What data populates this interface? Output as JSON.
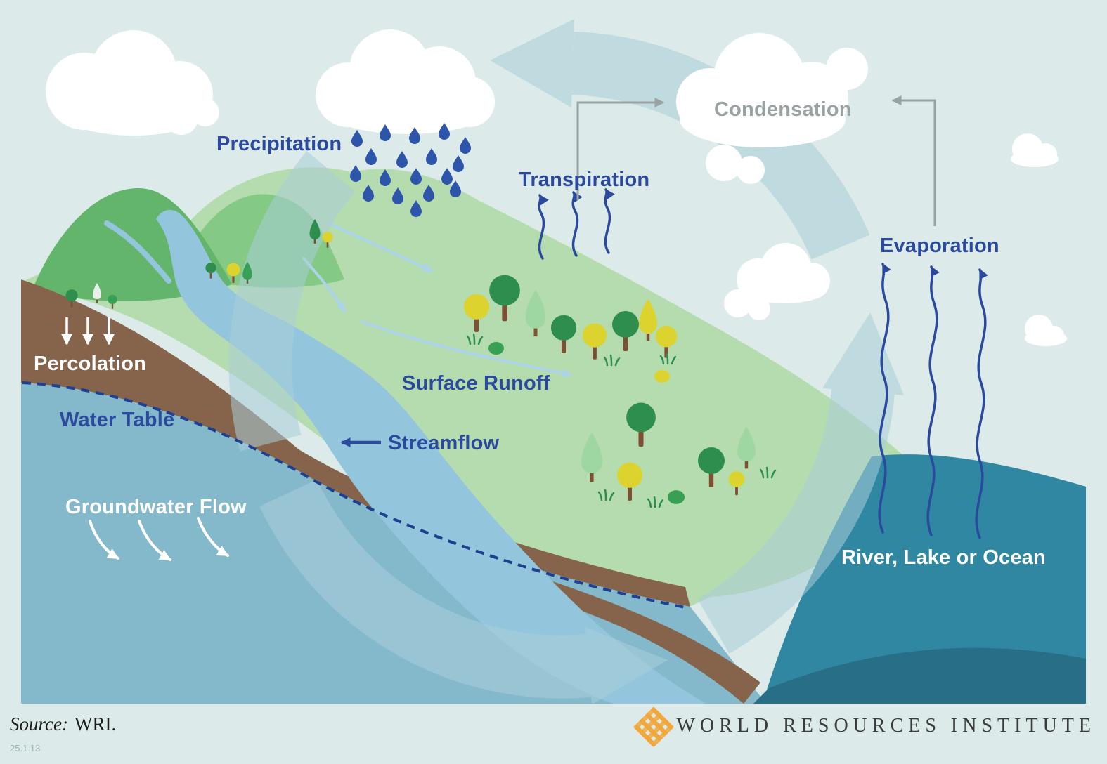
{
  "labels": {
    "precipitation": "Precipitation",
    "condensation": "Condensation",
    "transpiration": "Transpiration",
    "evaporation": "Evaporation",
    "percolation": "Percolation",
    "water_table": "Water Table",
    "surface_runoff": "Surface Runoff",
    "streamflow": "Streamflow",
    "groundwater_flow": "Groundwater Flow",
    "river_lake_ocean": "River, Lake or Ocean"
  },
  "footer": {
    "source_prefix": "Source:",
    "source_value": "WRI.",
    "figure_number": "25.1.13",
    "org_name": "WORLD RESOURCES INSTITUTE"
  },
  "colors": {
    "background": "#dcebe9",
    "label_blue": "#2b4a9e",
    "label_gray": "#98a2a2",
    "label_white": "#ffffff",
    "land_green": "#b5dcae",
    "mountain_green": "#63b56b",
    "soil_brown": "#85644b",
    "groundwater_blue": "#84b9cc",
    "ocean_teal": "#2f87a1",
    "river_blue": "#93c6dc",
    "rain_blue": "#2d55aa",
    "cycle_arrow_blue": "#a9cdd8",
    "cloud_white": "#ffffff",
    "logo_orange": "#f2a73b"
  },
  "icons": {
    "cloud": "cloud-icon",
    "raindrop": "raindrop-icon",
    "tree": "tree-icon",
    "wri_logo": "wri-logo-icon"
  }
}
